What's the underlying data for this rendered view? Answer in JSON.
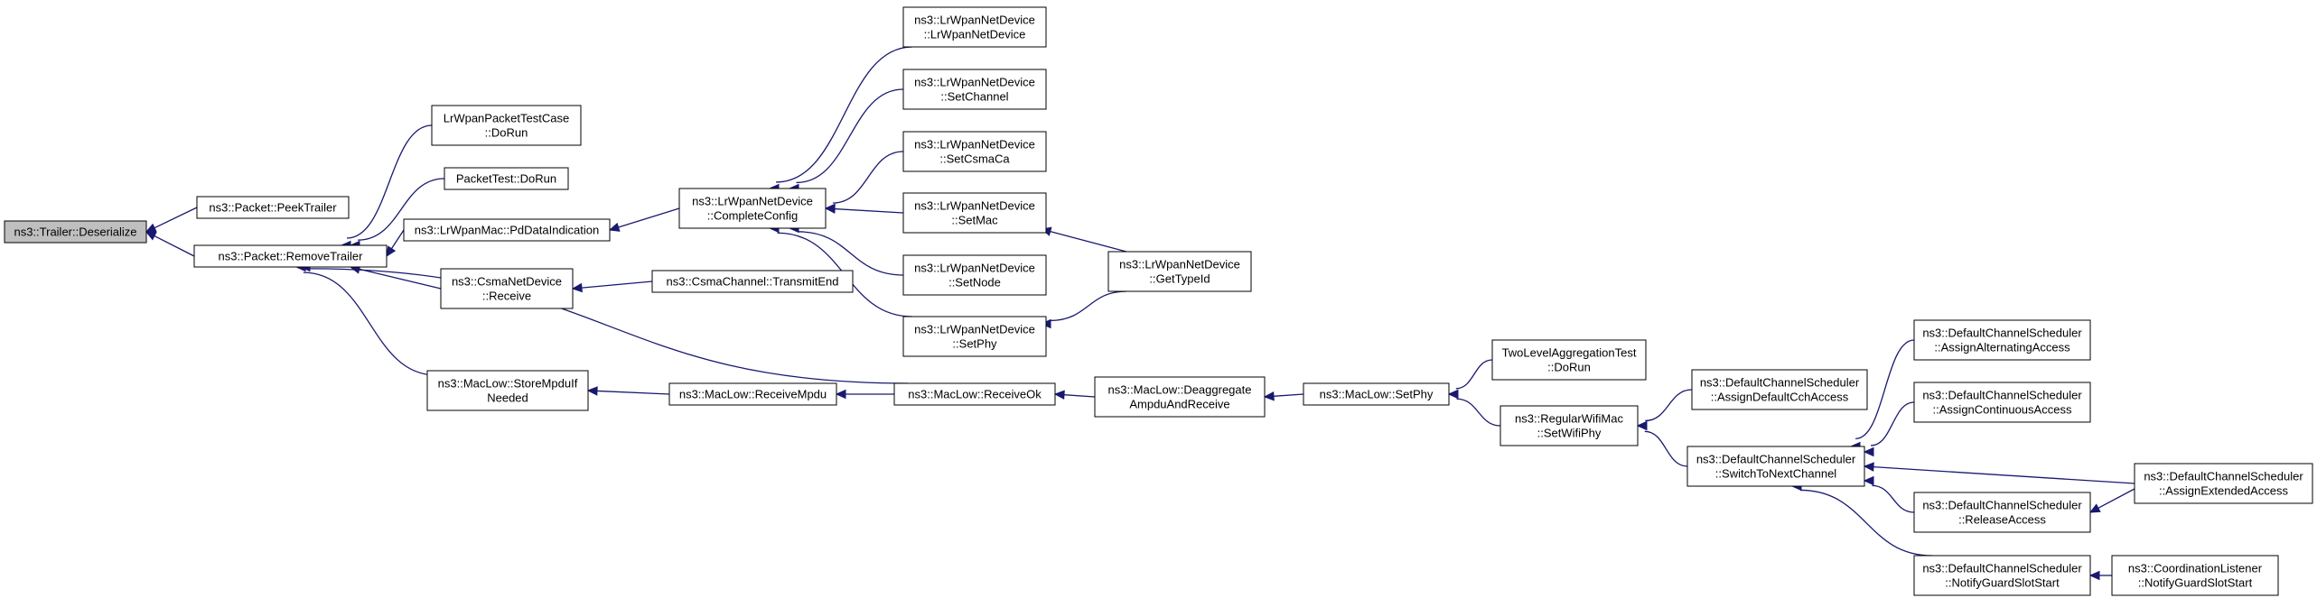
{
  "graph": {
    "direction": "right-to-left callers",
    "colors": {
      "edge": "#191970",
      "root_fill": "#bfbfbf",
      "node_fill": "#ffffff",
      "node_border": "#000000"
    },
    "nodes": [
      {
        "id": "n0",
        "lines": [
          "ns3::Trailer::Deserialize"
        ],
        "root": true
      },
      {
        "id": "n1",
        "lines": [
          "ns3::Packet::PeekTrailer"
        ]
      },
      {
        "id": "n2",
        "lines": [
          "ns3::Packet::RemoveTrailer"
        ]
      },
      {
        "id": "n3",
        "lines": [
          "LrWpanPacketTestCase",
          "::DoRun"
        ]
      },
      {
        "id": "n4",
        "lines": [
          "PacketTest::DoRun"
        ]
      },
      {
        "id": "n5",
        "lines": [
          "ns3::LrWpanMac::PdDataIndication"
        ]
      },
      {
        "id": "n6",
        "lines": [
          "ns3::CsmaNetDevice",
          "::Receive"
        ]
      },
      {
        "id": "n7",
        "lines": [
          "ns3::MacLow::StoreMpduIf",
          "Needed"
        ]
      },
      {
        "id": "n8",
        "lines": [
          "ns3::LrWpanNetDevice",
          "::CompleteConfig"
        ]
      },
      {
        "id": "n9",
        "lines": [
          "ns3::CsmaChannel::TransmitEnd"
        ]
      },
      {
        "id": "n10",
        "lines": [
          "ns3::MacLow::ReceiveMpdu"
        ]
      },
      {
        "id": "n11",
        "lines": [
          "ns3::LrWpanNetDevice",
          "::LrWpanNetDevice"
        ]
      },
      {
        "id": "n12",
        "lines": [
          "ns3::LrWpanNetDevice",
          "::SetChannel"
        ]
      },
      {
        "id": "n13",
        "lines": [
          "ns3::LrWpanNetDevice",
          "::SetCsmaCa"
        ]
      },
      {
        "id": "n14",
        "lines": [
          "ns3::LrWpanNetDevice",
          "::SetMac"
        ]
      },
      {
        "id": "n15",
        "lines": [
          "ns3::LrWpanNetDevice",
          "::SetNode"
        ]
      },
      {
        "id": "n16",
        "lines": [
          "ns3::LrWpanNetDevice",
          "::SetPhy"
        ]
      },
      {
        "id": "n17",
        "lines": [
          "ns3::MacLow::ReceiveOk"
        ]
      },
      {
        "id": "n18",
        "lines": [
          "ns3::LrWpanNetDevice",
          "::GetTypeId"
        ]
      },
      {
        "id": "n19",
        "lines": [
          "ns3::MacLow::Deaggregate",
          "AmpduAndReceive"
        ]
      },
      {
        "id": "n20",
        "lines": [
          "ns3::MacLow::SetPhy"
        ]
      },
      {
        "id": "n21",
        "lines": [
          "TwoLevelAggregationTest",
          "::DoRun"
        ]
      },
      {
        "id": "n22",
        "lines": [
          "ns3::RegularWifiMac",
          "::SetWifiPhy"
        ]
      },
      {
        "id": "n23",
        "lines": [
          "ns3::DefaultChannelScheduler",
          "::AssignDefaultCchAccess"
        ]
      },
      {
        "id": "n24",
        "lines": [
          "ns3::DefaultChannelScheduler",
          "::SwitchToNextChannel"
        ]
      },
      {
        "id": "n25",
        "lines": [
          "ns3::DefaultChannelScheduler",
          "::AssignAlternatingAccess"
        ]
      },
      {
        "id": "n26",
        "lines": [
          "ns3::DefaultChannelScheduler",
          "::AssignContinuousAccess"
        ]
      },
      {
        "id": "n27",
        "lines": [
          "ns3::DefaultChannelScheduler",
          "::AssignExtendedAccess"
        ]
      },
      {
        "id": "n28",
        "lines": [
          "ns3::DefaultChannelScheduler",
          "::ReleaseAccess"
        ]
      },
      {
        "id": "n29",
        "lines": [
          "ns3::DefaultChannelScheduler",
          "::NotifyGuardSlotStart"
        ]
      },
      {
        "id": "n30",
        "lines": [
          "ns3::CoordinationListener",
          "::NotifyGuardSlotStart"
        ]
      }
    ],
    "edges": [
      [
        "n1",
        "n0"
      ],
      [
        "n2",
        "n0"
      ],
      [
        "n3",
        "n2"
      ],
      [
        "n4",
        "n2"
      ],
      [
        "n5",
        "n2"
      ],
      [
        "n6",
        "n2"
      ],
      [
        "n7",
        "n2"
      ],
      [
        "n17",
        "n2"
      ],
      [
        "n8",
        "n5"
      ],
      [
        "n9",
        "n6"
      ],
      [
        "n10",
        "n7"
      ],
      [
        "n17",
        "n10"
      ],
      [
        "n11",
        "n8"
      ],
      [
        "n12",
        "n8"
      ],
      [
        "n13",
        "n8"
      ],
      [
        "n14",
        "n8"
      ],
      [
        "n15",
        "n8"
      ],
      [
        "n16",
        "n8"
      ],
      [
        "n18",
        "n14"
      ],
      [
        "n18",
        "n16"
      ],
      [
        "n19",
        "n17"
      ],
      [
        "n20",
        "n19"
      ],
      [
        "n21",
        "n20"
      ],
      [
        "n22",
        "n20"
      ],
      [
        "n23",
        "n22"
      ],
      [
        "n24",
        "n22"
      ],
      [
        "n25",
        "n24"
      ],
      [
        "n26",
        "n24"
      ],
      [
        "n27",
        "n24"
      ],
      [
        "n28",
        "n24"
      ],
      [
        "n29",
        "n24"
      ],
      [
        "n27",
        "n28"
      ],
      [
        "n30",
        "n29"
      ]
    ]
  }
}
